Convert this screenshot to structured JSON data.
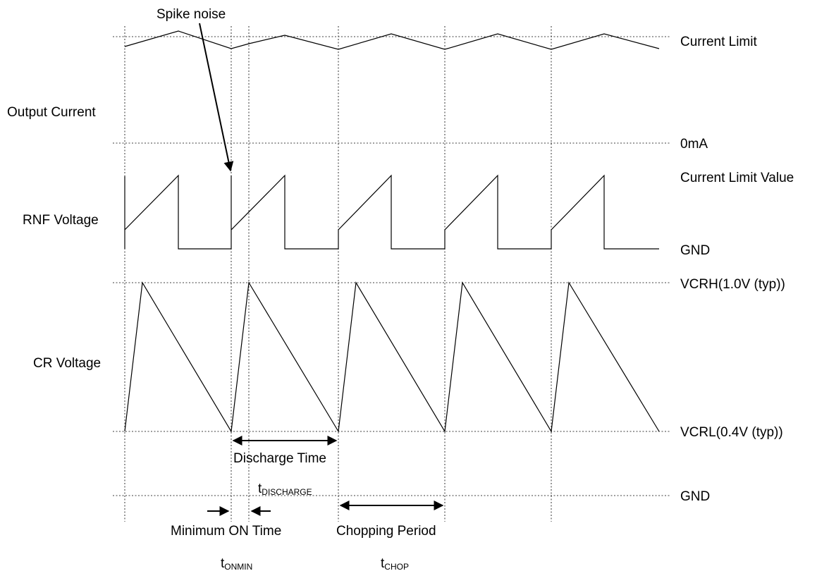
{
  "annotations": {
    "spike_noise": "Spike noise"
  },
  "signal_labels": {
    "output_current": "Output Current",
    "rnf_voltage": "RNF Voltage",
    "cr_voltage": "CR Voltage"
  },
  "level_labels": {
    "current_limit": "Current Limit",
    "zero_ma": "0mA",
    "current_limit_value": "Current Limit Value",
    "gnd_rnf": "GND",
    "vcrh": "VCRH(1.0V (typ))",
    "vcrl": "VCRL(0.4V (typ))",
    "gnd_bottom": "GND"
  },
  "timing_labels": {
    "discharge_time": "Discharge Time",
    "t_discharge_base": "t",
    "t_discharge_sub": "DISCHARGE",
    "minimum_on_time": "Minimum ON Time",
    "t_onmin_base": "t",
    "t_onmin_sub": "ONMIN",
    "chopping_period": "Chopping Period",
    "t_chop_base": "t",
    "t_chop_sub": "CHOP"
  }
}
